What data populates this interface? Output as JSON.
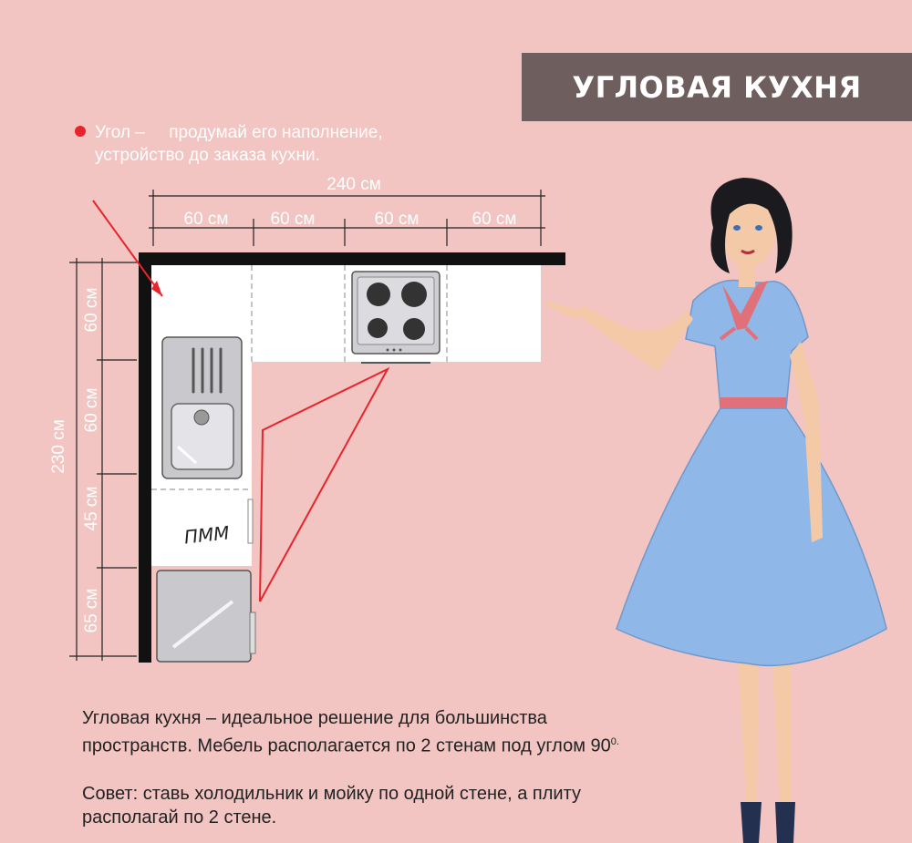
{
  "title": "УГЛОВАЯ КУХНЯ",
  "note": {
    "line1": "Угол –     продумай его наполнение,",
    "line2": "устройство до заказа кухни."
  },
  "dimensions": {
    "top_total": "240 см",
    "top": [
      "60 см",
      "60 см",
      "60 см",
      "60 см"
    ],
    "left_total": "230 см",
    "left": [
      "60 см",
      "60 см",
      "45 см",
      "65 см"
    ]
  },
  "appliance_label": "ПММ",
  "description": {
    "line1": "Угловая кухня – идеальное решение для большинства",
    "line2": "пространств. Мебель располагается по 2 стенам под углом 90",
    "line2_sup": "0.",
    "tip1": "Совет: ставь холодильник и мойку по одной стене, а плиту",
    "tip2": "располагай по 2 стене."
  },
  "colors": {
    "background": "#f2c4c2",
    "banner": "#6e5e5e",
    "accent_red": "#e8242b",
    "dress": "#8fb8e8"
  }
}
